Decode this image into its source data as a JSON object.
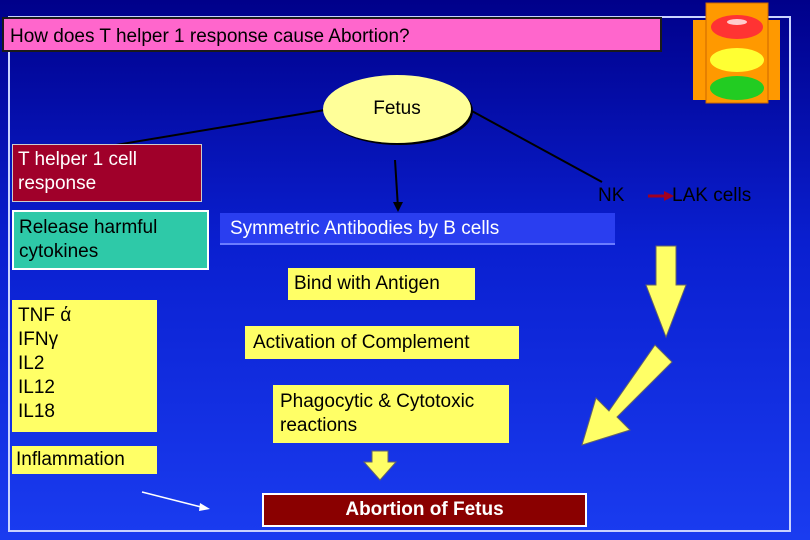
{
  "title": "How does T helper 1 response cause Abortion?",
  "fetus": "Fetus",
  "th1": "T helper 1 cell response",
  "release": "Release harmful cytokines",
  "cytokines": [
    "TNF ά",
    "IFNγ",
    "IL2",
    "IL12",
    "IL18"
  ],
  "inflammation": "Inflammation",
  "symmetric": "Symmetric Antibodies by B cells",
  "bind": "Bind with Antigen",
  "activation": "Activation of Complement",
  "phagocytic": "Phagocytic & Cytotoxic reactions",
  "abortion": "Abortion of Fetus",
  "nk": "NK",
  "lak": "LAK cells",
  "colors": {
    "background": "#0a1fd0",
    "title_bg": "#ff66cc",
    "th1_bg": "#a0002a",
    "release_bg": "#2ec9a8",
    "yellow": "#ffff66",
    "abortion_bg": "#8a0000"
  },
  "icons": [
    "traffic-light-icon",
    "arrow-icon"
  ]
}
